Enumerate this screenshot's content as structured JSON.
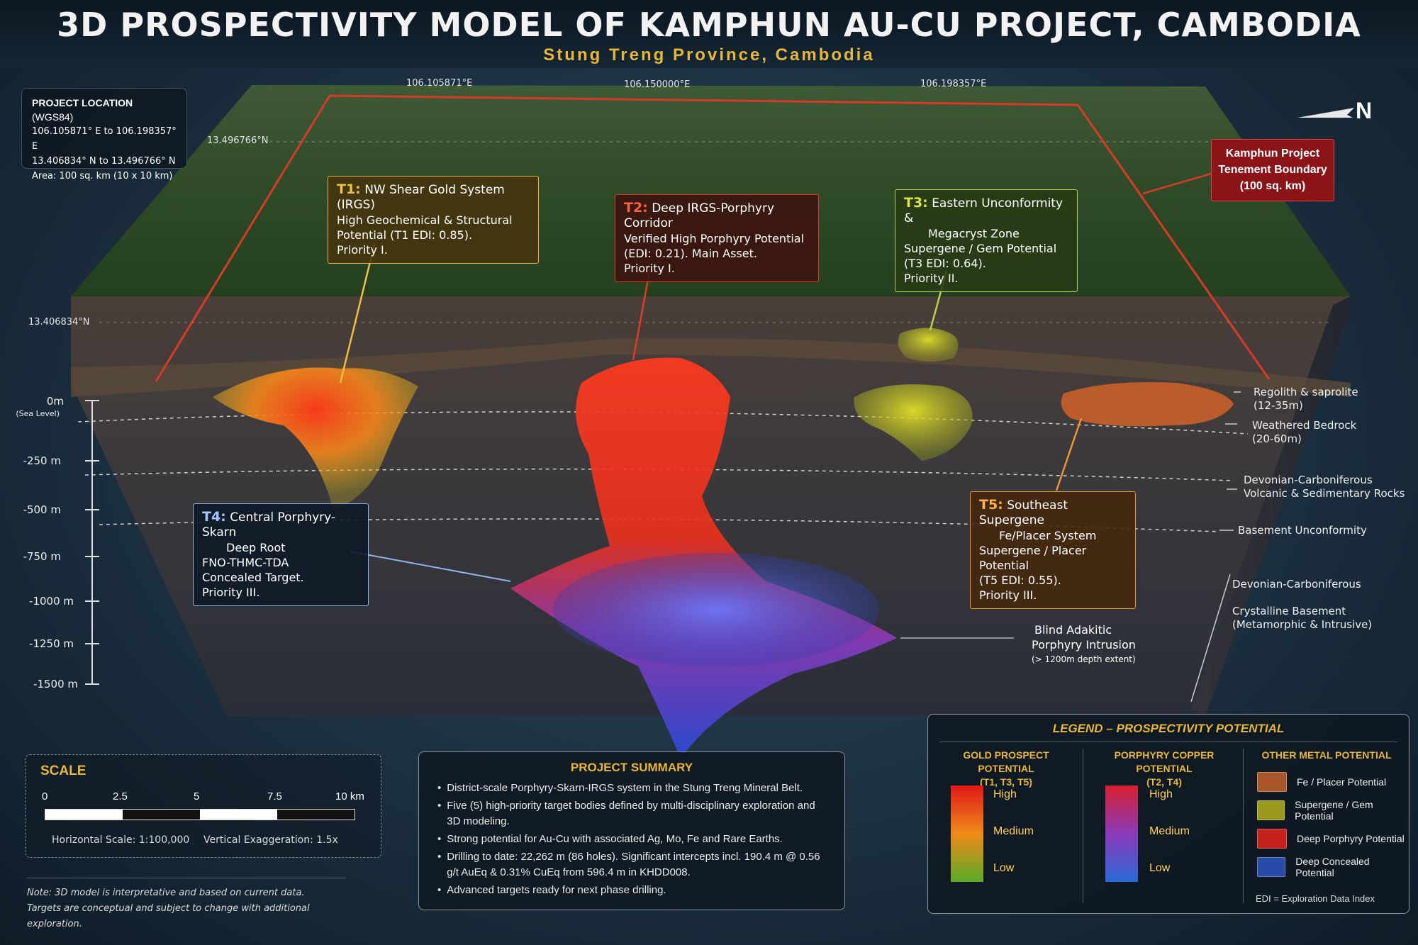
{
  "header": {
    "title": "3D PROSPECTIVITY MODEL OF KAMPHUN AU-CU PROJECT, CAMBODIA",
    "subtitle": "Stung Treng Province, Cambodia"
  },
  "location": {
    "heading": "PROJECT LOCATION",
    "datum": "(WGS84)",
    "lines": [
      "106.105871° E to 106.198357° E",
      "13.406834° N to 13.496766° N",
      "Area: 100 sq. km (10 x 10 km)"
    ]
  },
  "coords": {
    "lon": [
      "106.105871°E",
      "106.150000°E",
      "106.198357°E"
    ],
    "lat": [
      "13.496766°N",
      "13.406834°N"
    ]
  },
  "north_label": "N",
  "boundary_label": [
    "Kamphun Project",
    "Tenement Boundary",
    "(100 sq. km)"
  ],
  "targets": {
    "t1": {
      "code": "T1:",
      "name": "NW Shear Gold System (IRGS)",
      "lines": [
        "High Geochemical & Structural",
        "Potential (T1 EDI: 0.85).",
        "Priority I."
      ]
    },
    "t2": {
      "code": "T2:",
      "name": "Deep IRGS-Porphyry Corridor",
      "lines": [
        "Verified High Porphyry Potential",
        "(EDI: 0.21). Main Asset.",
        "Priority I."
      ]
    },
    "t3": {
      "code": "T3:",
      "name": "Eastern Unconformity &",
      "lines": [
        "Megacryst Zone",
        "Supergene / Gem Potential",
        "(T3 EDI: 0.64).",
        "Priority II."
      ]
    },
    "t4": {
      "code": "T4:",
      "name": "Central Porphyry-Skarn",
      "lines": [
        "Deep Root",
        "FNO-THMC-TDA",
        "Concealed Target.",
        "Priority III."
      ]
    },
    "t5": {
      "code": "T5:",
      "name": "Southeast Supergene",
      "lines": [
        "Fe/Placer System",
        "Supergene / Placer Potential",
        "(T5 EDI: 0.55).",
        "Priority III."
      ]
    }
  },
  "depth_axis": {
    "sea_level": "(Sea Level)",
    "ticks": [
      "0m",
      "-250 m",
      "-500 m",
      "-750 m",
      "-1000 m",
      "-1250 m",
      "-1500 m"
    ]
  },
  "strata": [
    {
      "label": "Regolith & saprolite",
      "sub": "(12-35m)"
    },
    {
      "label": "Weathered Bedrock",
      "sub": "(20-60m)"
    },
    {
      "label": "Devonian-Carboniferous",
      "sub": "Volcanic & Sedimentary Rocks"
    },
    {
      "label": "Basement Unconformity",
      "sub": ""
    },
    {
      "label": "Devonian-Carboniferous",
      "sub": "Crystalline Basement\n(Metamorphic & Intrusive)"
    }
  ],
  "intrusion": {
    "line1": "Blind Adakitic",
    "line2": "Porphyry Intrusion",
    "line3": "(> 1200m depth extent)"
  },
  "scale": {
    "heading": "SCALE",
    "ticks": [
      "0",
      "2.5",
      "5",
      "7.5",
      "10 km"
    ],
    "horizontal": "Horizontal Scale: 1:100,000",
    "vertical": "Vertical Exaggeration: 1.5x"
  },
  "note": [
    "Note: 3D model is interpretative and based on current data.",
    "Targets are conceptual and subject to change with additional exploration."
  ],
  "summary": {
    "heading": "PROJECT SUMMARY",
    "items": [
      "District-scale Porphyry-Skarn-IRGS system in the Stung Treng Mineral Belt.",
      "Five (5) high-priority target bodies defined by multi-disciplinary exploration and 3D modeling.",
      "Strong potential for Au-Cu with associated Ag, Mo, Fe and Rare Earths.",
      "Drilling to date: 22,262 m (86 holes). Significant intercepts incl. 190.4 m @ 0.56 g/t AuEq & 0.31% CuEq from 596.4 m in KHDD008.",
      "Advanced targets ready for next phase drilling."
    ]
  },
  "legend": {
    "heading": "LEGEND – PROSPECTIVITY POTENTIAL",
    "gold": {
      "h1": "GOLD PROSPECT POTENTIAL",
      "h2": "(T1, T3, T5)",
      "levels": [
        "High",
        "Medium",
        "Low"
      ]
    },
    "copper": {
      "h1": "PORPHYRY COPPER POTENTIAL",
      "h2": "(T2, T4)",
      "levels": [
        "High",
        "Medium",
        "Low"
      ]
    },
    "other": {
      "h1": "OTHER METAL POTENTIAL",
      "items": [
        {
          "label": "Fe / Placer Potential",
          "color": "#a8562a"
        },
        {
          "label": "Supergene / Gem Potential",
          "color": "#9c9a1e"
        },
        {
          "label": "Deep Porphyry Potential",
          "color": "#c4201c"
        },
        {
          "label": "Deep Concealed Potential",
          "color": "#2a4aa8"
        }
      ]
    },
    "edi_note": "EDI = Exploration Data Index"
  },
  "colors": {
    "accent": "#e8b73a",
    "boundary": "#d83a2a"
  }
}
